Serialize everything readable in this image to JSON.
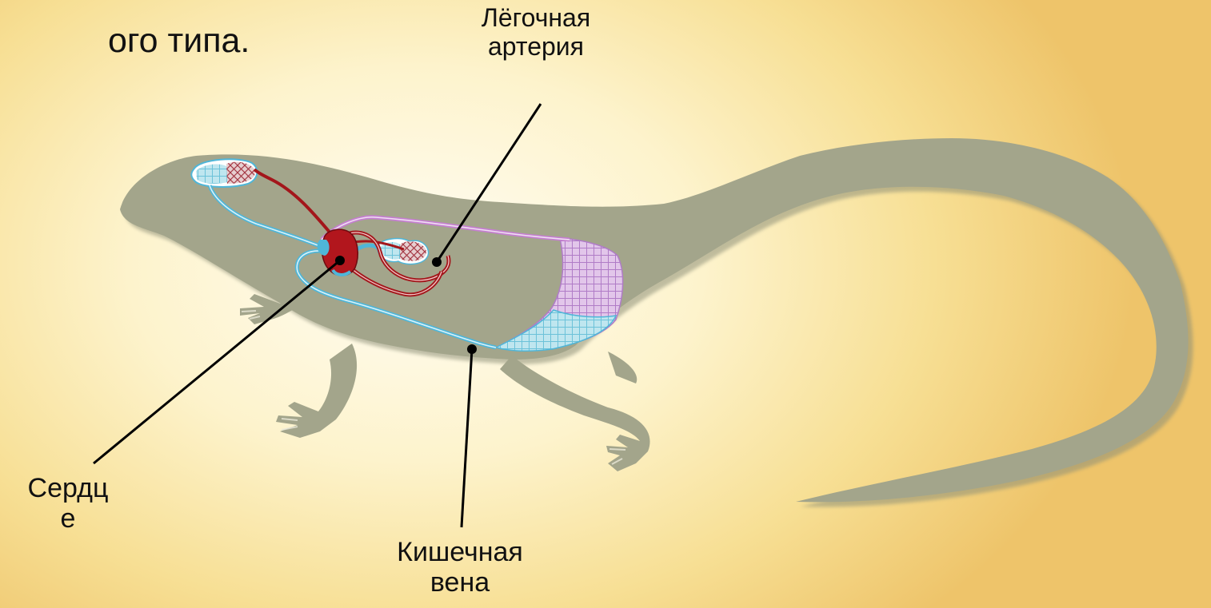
{
  "slide": {
    "heading_fragment": "ого типа.",
    "labels": {
      "pulmonary_artery": "Лёгочная\nартерия",
      "heart": "Сердц\nе",
      "intestinal_vein": "Кишечная\nвена"
    }
  },
  "colors": {
    "background_center": "#fffdf4",
    "background_edge": "#eec46a",
    "lizard_body": "#a3a58b",
    "arterial_blood": "#a3161b",
    "venous_blood": "#4fb6d8",
    "mixed_vessel": "#c57fd0",
    "pointer_line": "#000000"
  }
}
